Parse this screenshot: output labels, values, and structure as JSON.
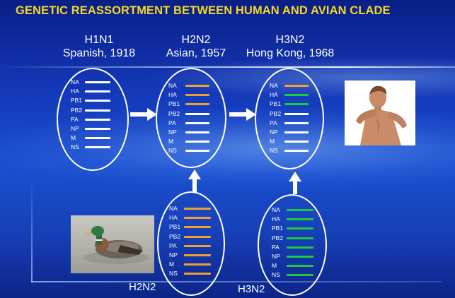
{
  "title": "GENETIC REASSORTMENT BETWEEN HUMAN AND AVIAN CLADE",
  "strains": {
    "h1n1": {
      "name": "H1N1",
      "origin": "Spanish, 1918"
    },
    "h2n2": {
      "name": "H2N2",
      "origin": "Asian, 1957"
    },
    "h3n2": {
      "name": "H3N2",
      "origin": "Hong Kong, 1968"
    }
  },
  "bottom_labels": {
    "h2n2": "H2N2",
    "h3n2": "H3N2"
  },
  "segment_labels": [
    "NA",
    "HA",
    "PB1",
    "PB2",
    "PA",
    "NP",
    "M",
    "NS"
  ],
  "colors": {
    "human": "#ffffff",
    "avian_h2n2": "#f0a030",
    "avian_h3n2": "#20c840",
    "title": "#f2d82a",
    "background": "#1338b8"
  },
  "genomes": {
    "h1n1": [
      "human",
      "human",
      "human",
      "human",
      "human",
      "human",
      "human",
      "human"
    ],
    "h2n2": [
      "avian_h2n2",
      "avian_h2n2",
      "avian_h2n2",
      "human",
      "human",
      "human",
      "human",
      "human"
    ],
    "h3n2": [
      "avian_h2n2",
      "avian_h3n2",
      "avian_h3n2",
      "human",
      "human",
      "human",
      "human",
      "human"
    ],
    "avian_h2n2": [
      "avian_h2n2",
      "avian_h2n2",
      "avian_h2n2",
      "avian_h2n2",
      "avian_h2n2",
      "avian_h2n2",
      "avian_h2n2",
      "avian_h2n2"
    ],
    "avian_h3n2": [
      "avian_h3n2",
      "avian_h3n2",
      "avian_h3n2",
      "avian_h3n2",
      "avian_h3n2",
      "avian_h3n2",
      "avian_h3n2",
      "avian_h3n2"
    ]
  },
  "icons": {
    "arrow": "right-arrow-icon",
    "up_arrow": "up-arrow-icon",
    "duck": "duck-photo",
    "human": "human-runner-photo"
  }
}
